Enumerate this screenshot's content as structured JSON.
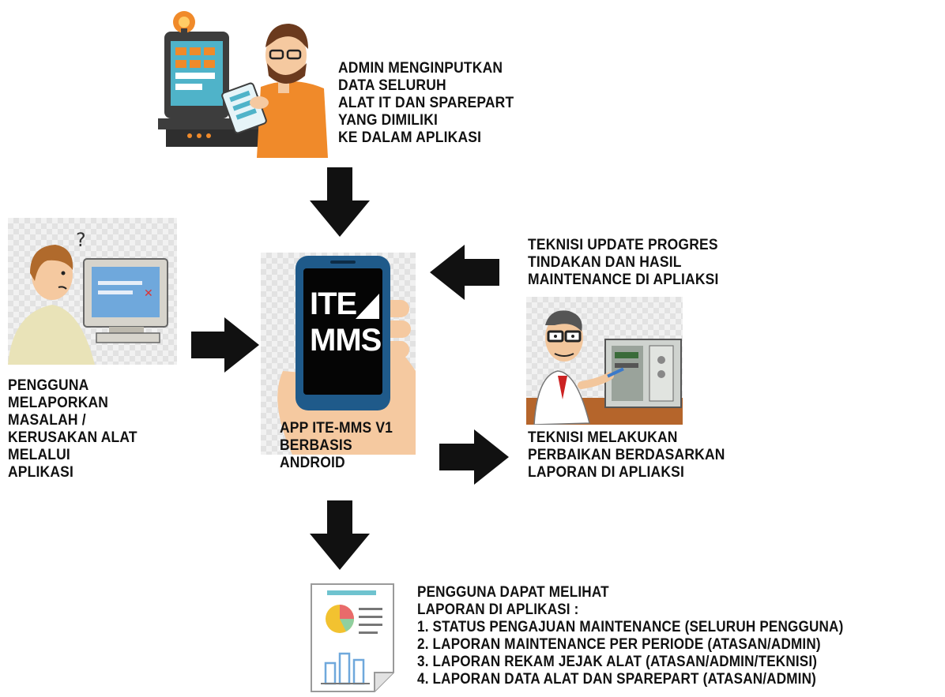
{
  "admin": {
    "text": "ADMIN MENGINPUTKAN\nDATA SELURUH\nALAT IT DAN SPAREPART\nYANG DIMILIKI\nKE DALAM APLIKASI"
  },
  "user": {
    "text": "PENGGUNA\nMELAPORKAN\nMASALAH /\nKERUSAKAN ALAT\nMELALUI\nAPLIKASI"
  },
  "app": {
    "logo_line1": "ITE",
    "logo_line2": "MMS",
    "caption": "APP ITE-MMS V1\nBERBASIS\nANDROID"
  },
  "technician_update": {
    "text": "TEKNISI UPDATE PROGRES\nTINDAKAN DAN HASIL\nMAINTENANCE DI APLIAKSI"
  },
  "technician_repair": {
    "text": "TEKNISI MELAKUKAN\nPERBAIKAN BERDASARKAN\nLAPORAN DI APLIAKSI"
  },
  "report": {
    "title": "PENGGUNA DAPAT MELIHAT",
    "subtitle": "LAPORAN DI APLIKASI :",
    "items": [
      "1. STATUS PENGAJUAN MAINTENANCE (SELURUH PENGGUNA)",
      "2. LAPORAN MAINTENANCE PER PERIODE (ATASAN/ADMIN)",
      "3. LAPORAN REKAM JEJAK ALAT (ATASAN/ADMIN/TEKNISI)",
      "4. LAPORAN DATA ALAT DAN SPAREPART (ATASAN/ADMIN)"
    ]
  },
  "icons": {
    "admin": "admin-at-kiosk-illustration",
    "user": "confused-user-at-computer-illustration",
    "phone": "phone-in-hand-illustration",
    "technician": "technician-repairing-computer-illustration",
    "report": "report-document-icon",
    "arrow": "arrow-icon"
  },
  "colors": {
    "arrow": "#111111",
    "phone_body": "#1f5a8a",
    "screen": "#050505",
    "skin": "#f5c9a0",
    "admin_shirt": "#f08a2a"
  }
}
